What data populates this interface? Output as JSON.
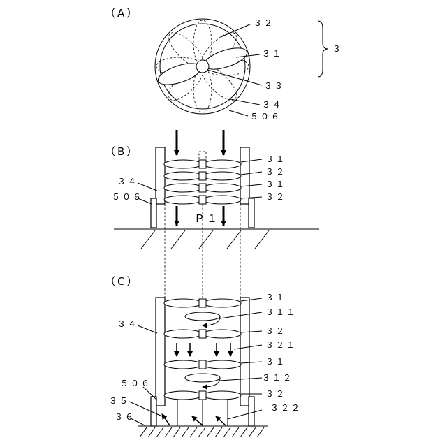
{
  "panel_labels": {
    "a": "（A）",
    "b": "（B）",
    "c": "（C）"
  },
  "panel_a": {
    "ref_blade_32": "３２",
    "ref_blade_31": "３１",
    "ref_hub_33": "３３",
    "ref_ring_34": "３４",
    "ref_frame_506": "５０６",
    "ref_group_3": "３"
  },
  "panel_b": {
    "blade_labels": [
      "３１",
      "３２",
      "３１",
      "３２"
    ],
    "ref_wall_34": "３４",
    "ref_frame_506": "５０６",
    "pressure_label": "Ｐ１"
  },
  "panel_c": {
    "ref_31_top": "３１",
    "ref_311": "３１１",
    "ref_32_mid": "３２",
    "ref_321": "３２１",
    "ref_31_low": "３１",
    "ref_312": "３１２",
    "ref_32_bottom": "３２",
    "ref_322": "３２２",
    "ref_wall_34": "３４",
    "ref_frame_506": "５０６",
    "ref_35": "３５",
    "ref_36": "３６"
  }
}
